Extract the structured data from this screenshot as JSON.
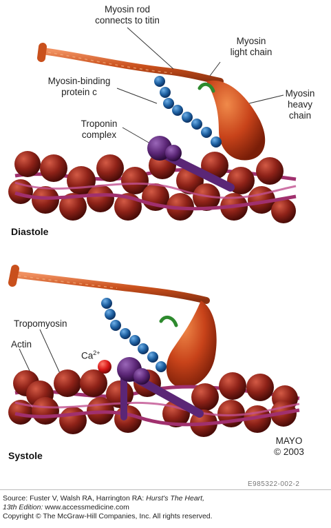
{
  "colors": {
    "actin": "#8e2218",
    "tropomyosin": "#a0306e",
    "myosin_rod": "#c9501c",
    "myosin_head": "#c8431a",
    "binding_protein_c": "#1d5fa0",
    "troponin": "#5b2676",
    "light_chain": "#2e8a2e",
    "calcium": "#d81818"
  },
  "diastole": {
    "title": "Diastole",
    "labels": {
      "myosin_rod_1": "Myosin rod",
      "myosin_rod_2": "connects to titin",
      "light_chain_1": "Myosin",
      "light_chain_2": "light chain",
      "binding_protein_1": "Myosin-binding",
      "binding_protein_2": "protein c",
      "heavy_chain_1": "Myosin",
      "heavy_chain_2": "heavy",
      "heavy_chain_3": "chain",
      "troponin_1": "Troponin",
      "troponin_2": "complex"
    }
  },
  "systole": {
    "title": "Systole",
    "labels": {
      "tropomyosin": "Tropomyosin",
      "actin": "Actin",
      "calcium_base": "Ca",
      "calcium_sup": "2+"
    },
    "credit_1": "MAYO",
    "credit_2": "© 2003"
  },
  "figure_code": "E985322-002-2",
  "footer": {
    "source_prefix": "Source: Fuster V, Walsh RA, Harrington RA: ",
    "source_title": "Hurst's The Heart,",
    "edition": "13th Edition:",
    "edition_url": " www.accessmedicine.com",
    "copyright": "Copyright © The McGraw-Hill Companies, Inc. All rights reserved."
  }
}
